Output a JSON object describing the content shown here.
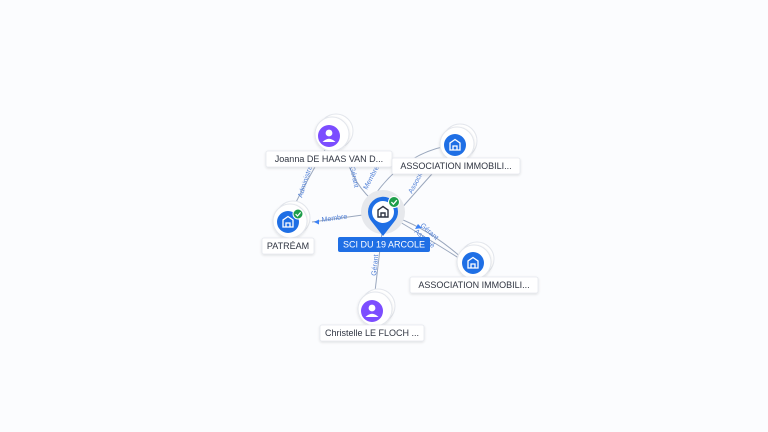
{
  "graph": {
    "center": {
      "label": "SCI DU 19 ARCOLE",
      "kind": "company",
      "verified": true,
      "icon": "building-icon"
    },
    "nodes": [
      {
        "id": "joanna",
        "label": "Joanna DE HAAS VAN D...",
        "kind": "person",
        "icon": "person-icon",
        "color": "#7c4dff"
      },
      {
        "id": "asso1",
        "label": "ASSOCIATION IMMOBILI...",
        "kind": "company",
        "icon": "building-icon",
        "color": "#1f6fe5"
      },
      {
        "id": "patream",
        "label": "PATRÉAM",
        "kind": "company",
        "icon": "building-icon",
        "color": "#1f6fe5",
        "verified": true
      },
      {
        "id": "asso2",
        "label": "ASSOCIATION IMMOBILI...",
        "kind": "company",
        "icon": "building-icon",
        "color": "#1f6fe5"
      },
      {
        "id": "christelle",
        "label": "Christelle LE FLOCH ...",
        "kind": "person",
        "icon": "person-icon",
        "color": "#7c4dff"
      }
    ],
    "edges": [
      {
        "from": "joanna",
        "to": "center",
        "label": "Gérant"
      },
      {
        "from": "asso1",
        "to": "center",
        "label": "Membre"
      },
      {
        "from": "asso1",
        "to": "center",
        "label": "Associé"
      },
      {
        "from": "center",
        "to": "patream",
        "label": "Membre"
      },
      {
        "from": "joanna",
        "to": "patream",
        "label": "Administrat..."
      },
      {
        "from": "center",
        "to": "asso2",
        "label": "Gérant"
      },
      {
        "from": "center",
        "to": "asso2",
        "label": "Associé"
      },
      {
        "from": "christelle",
        "to": "center",
        "label": "Gérant"
      }
    ],
    "colors": {
      "company": "#1f6fe5",
      "person": "#7c4dff",
      "verified": "#1e9e4a",
      "edge": "#9aa7bd",
      "edge_label": "#4f7fd6"
    }
  }
}
